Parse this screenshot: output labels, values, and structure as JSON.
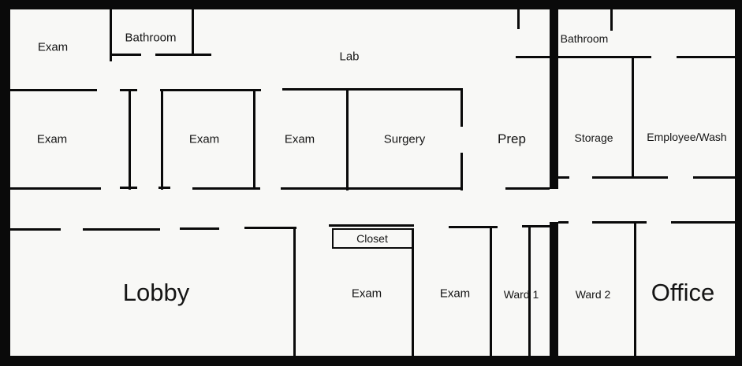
{
  "floor_plan": {
    "rooms": {
      "exam_top_left": "Exam",
      "bathroom_left": "Bathroom",
      "lab": "Lab",
      "bathroom_right": "Bathroom",
      "exam_mid_1": "Exam",
      "exam_mid_2": "Exam",
      "exam_mid_3": "Exam",
      "surgery": "Surgery",
      "prep": "Prep",
      "storage": "Storage",
      "employee_wash": "Employee/Wash",
      "closet": "Closet",
      "lobby": "Lobby",
      "exam_bottom_1": "Exam",
      "exam_bottom_2": "Exam",
      "ward_1": "Ward 1",
      "ward_2": "Ward 2",
      "office": "Office"
    },
    "colors": {
      "wall": "#0a0a0a",
      "floor": "#f8f8f6"
    }
  }
}
